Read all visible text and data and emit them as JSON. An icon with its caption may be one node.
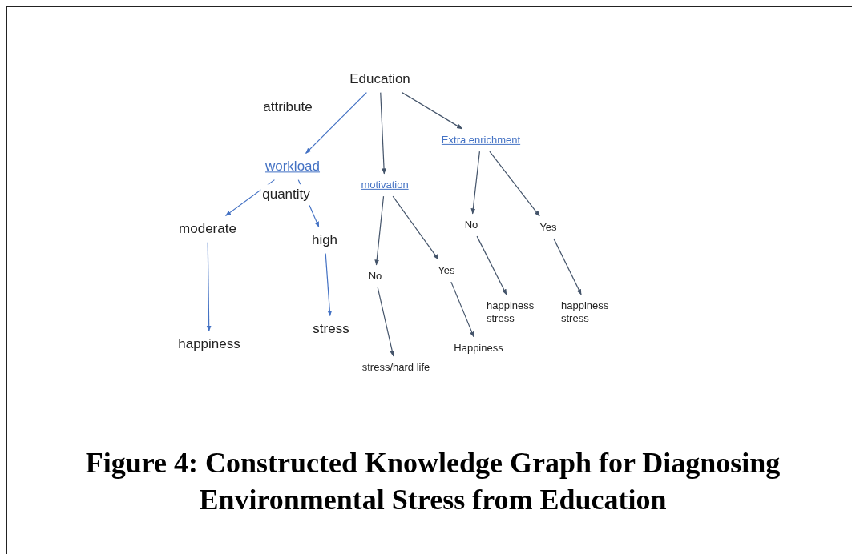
{
  "diagram": {
    "caption": "Figure 4: Constructed Knowledge Graph for Diagnosing Environmental Stress from Education",
    "nodes": [
      {
        "text": [
          "Education"
        ]
      },
      {
        "text": [
          "workload"
        ]
      },
      {
        "text": [
          "motivation"
        ]
      },
      {
        "text": [
          "Extra enrichment"
        ]
      },
      {
        "text": [
          "moderate"
        ]
      },
      {
        "text": [
          "high"
        ]
      },
      {
        "text": [
          "happiness"
        ]
      },
      {
        "text": [
          "stress"
        ]
      },
      {
        "text": [
          "No"
        ]
      },
      {
        "text": [
          "Yes"
        ]
      },
      {
        "text": [
          "stress/hard life"
        ]
      },
      {
        "text": [
          "Happiness"
        ]
      },
      {
        "text": [
          "No"
        ]
      },
      {
        "text": [
          "Yes"
        ]
      },
      {
        "text": [
          "happiness stress"
        ]
      },
      {
        "text": [
          "happiness stress"
        ]
      }
    ],
    "edges": [
      {
        "from": 0,
        "to": 1,
        "arrow": "to",
        "color": "#4472c4"
      },
      {
        "from": 0,
        "to": 2,
        "arrow": "to"
      },
      {
        "from": 0,
        "to": 3,
        "arrow": "to"
      },
      {
        "from": 1,
        "to": 4,
        "arrow": "to",
        "color": "#4472c4"
      },
      {
        "from": 1,
        "to": 5,
        "arrow": "to",
        "color": "#4472c4"
      },
      {
        "from": 4,
        "to": 6,
        "arrow": "to",
        "color": "#4472c4"
      },
      {
        "from": 5,
        "to": 7,
        "arrow": "to",
        "color": "#4472c4"
      },
      {
        "from": 2,
        "to": 8,
        "arrow": "to"
      },
      {
        "from": 2,
        "to": 9,
        "arrow": "to"
      },
      {
        "from": 8,
        "to": 10,
        "arrow": "to"
      },
      {
        "from": 9,
        "to": 11,
        "arrow": "to"
      },
      {
        "from": 3,
        "to": 12,
        "arrow": "to"
      },
      {
        "from": 3,
        "to": 13,
        "arrow": "to"
      },
      {
        "from": 12,
        "to": 14,
        "arrow": "to"
      },
      {
        "from": 13,
        "to": 15,
        "arrow": "to"
      }
    ],
    "labels": [
      "attribute",
      "quantity"
    ]
  }
}
